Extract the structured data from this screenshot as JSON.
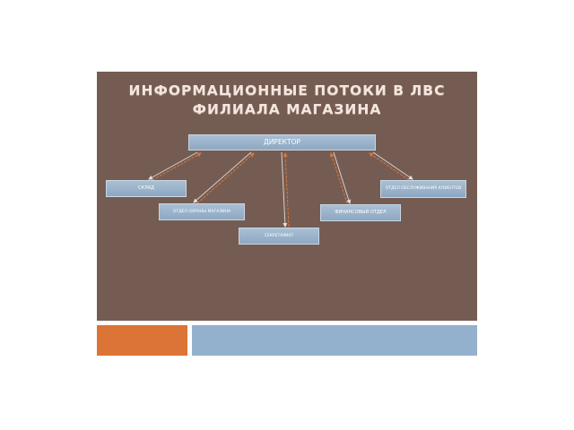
{
  "title": {
    "line1": "ИНФОРМАЦИОННЫЕ ПОТОКИ В ЛВС",
    "line2": "ФИЛИАЛА МАГАЗИНА"
  },
  "nodes": {
    "director": "ДИРЕКТОР",
    "sklad": "СКЛАД",
    "otdel_ohrany": "ОТДЕЛ ОХРАНЫ МАГАЗИНА",
    "secretary": "СЕКРЕТАРИАТ",
    "finance": "ФИНАНСОВЫЙ ОТДЕЛ",
    "otdel_klient": "ОТДЕЛ ОБСЛУЖИВАНИЯ КЛИЕНТОВ"
  },
  "colors": {
    "background": "#755c52",
    "box": "#9bb4cc",
    "arrow_orange": "#d9773d",
    "arrow_gray": "#d8d0cc",
    "footer_orange": "#db7436",
    "footer_blue": "#93b1cc"
  },
  "edges": [
    {
      "from": "director",
      "to": "sklad"
    },
    {
      "from": "director",
      "to": "otdel_ohrany"
    },
    {
      "from": "director",
      "to": "secretary"
    },
    {
      "from": "director",
      "to": "finance"
    },
    {
      "from": "director",
      "to": "otdel_klient"
    }
  ]
}
